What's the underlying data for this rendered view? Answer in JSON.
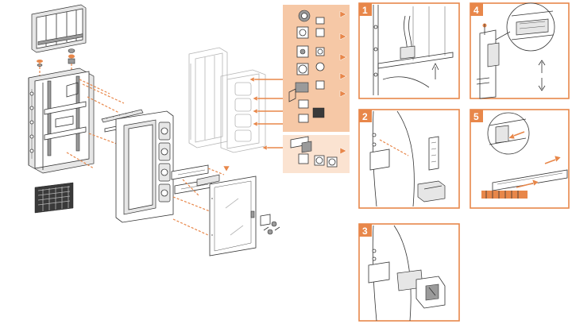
{
  "colors": {
    "accent": "#e8874a",
    "accessory_panel": "#f6c8a6",
    "accessory_panel_light": "#fbe3d1",
    "line": "#333333",
    "ghost_line": "#b5b5b5"
  },
  "steps": [
    {
      "number": "1",
      "depicts": "cable-gland-entry"
    },
    {
      "number": "2",
      "depicts": "module-fixing-clips"
    },
    {
      "number": "3",
      "depicts": "rail-clip-assembly"
    },
    {
      "number": "4",
      "depicts": "rail-height-adjustment"
    },
    {
      "number": "5",
      "depicts": "door-hinge-and-marking-strip"
    }
  ],
  "accessory_callouts": 6,
  "icons": [
    "exploded-enclosure-icon",
    "accessory-list-icon",
    "arrow-icon"
  ]
}
